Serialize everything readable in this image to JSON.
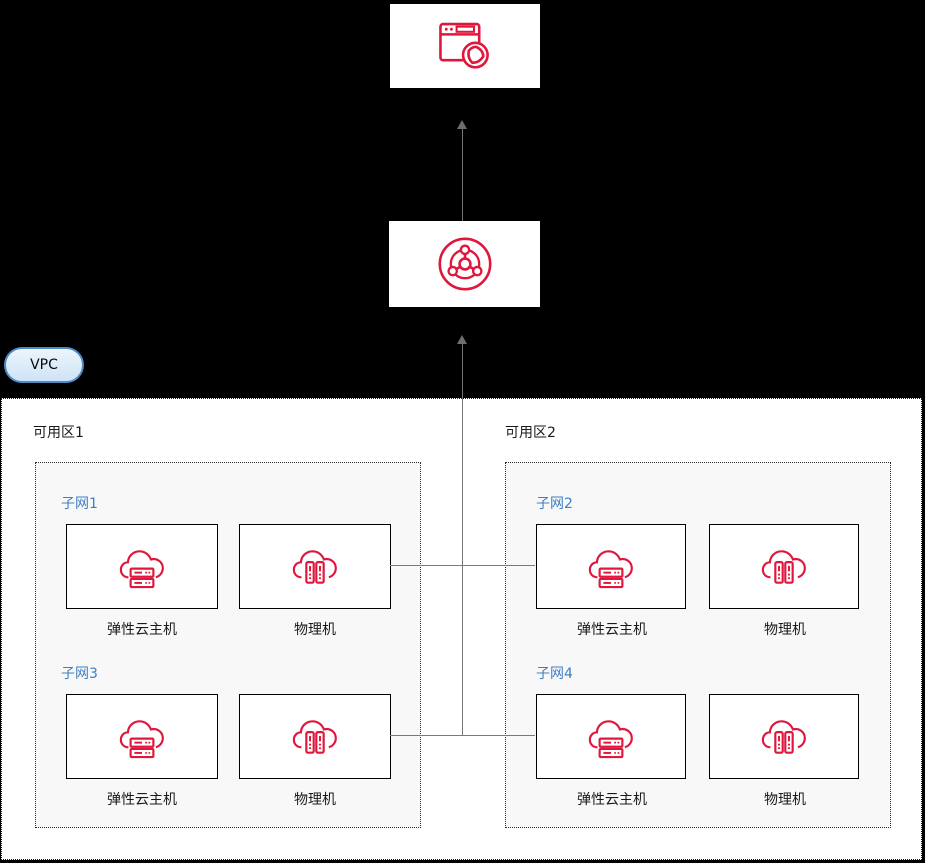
{
  "diagram": {
    "internet_node": {
      "icon": "browser-globe-icon"
    },
    "elb_node": {
      "icon": "load-balancer-icon"
    },
    "vpc_badge": "VPC",
    "zones": [
      {
        "label": "可用区1",
        "subnets": [
          {
            "label": "子网1",
            "items": [
              {
                "label": "弹性云主机",
                "icon": "cloud-server-icon"
              },
              {
                "label": "物理机",
                "icon": "cloud-physical-machine-icon"
              }
            ]
          },
          {
            "label": "子网3",
            "items": [
              {
                "label": "弹性云主机",
                "icon": "cloud-server-icon"
              },
              {
                "label": "物理机",
                "icon": "cloud-physical-machine-icon"
              }
            ]
          }
        ]
      },
      {
        "label": "可用区2",
        "subnets": [
          {
            "label": "子网2",
            "items": [
              {
                "label": "弹性云主机",
                "icon": "cloud-server-icon"
              },
              {
                "label": "物理机",
                "icon": "cloud-physical-machine-icon"
              }
            ]
          },
          {
            "label": "子网4",
            "items": [
              {
                "label": "弹性云主机",
                "icon": "cloud-server-icon"
              },
              {
                "label": "物理机",
                "icon": "cloud-physical-machine-icon"
              }
            ]
          }
        ]
      }
    ],
    "connections": [
      {
        "from": "load-balancer",
        "to": "internet",
        "style": "arrow-up"
      },
      {
        "from": "vpc-subnet-mesh",
        "to": "load-balancer",
        "style": "arrow-up"
      },
      {
        "from": "zone1-subnet1-physical-machine",
        "to": "zone2-subnet2-cloud-server",
        "style": "line"
      },
      {
        "from": "zone1-subnet3-physical-machine",
        "to": "zone2-subnet4-cloud-server",
        "style": "line"
      }
    ],
    "colors": {
      "background": "#000000",
      "icon_red": "#e0163c",
      "subnet_label_blue": "#3f7fc1",
      "connector_gray": "#757575",
      "vpc_pill_bg": "#d9e9f8",
      "vpc_pill_border": "#4c8ac8",
      "az_fill": "#f8f8f8"
    }
  }
}
